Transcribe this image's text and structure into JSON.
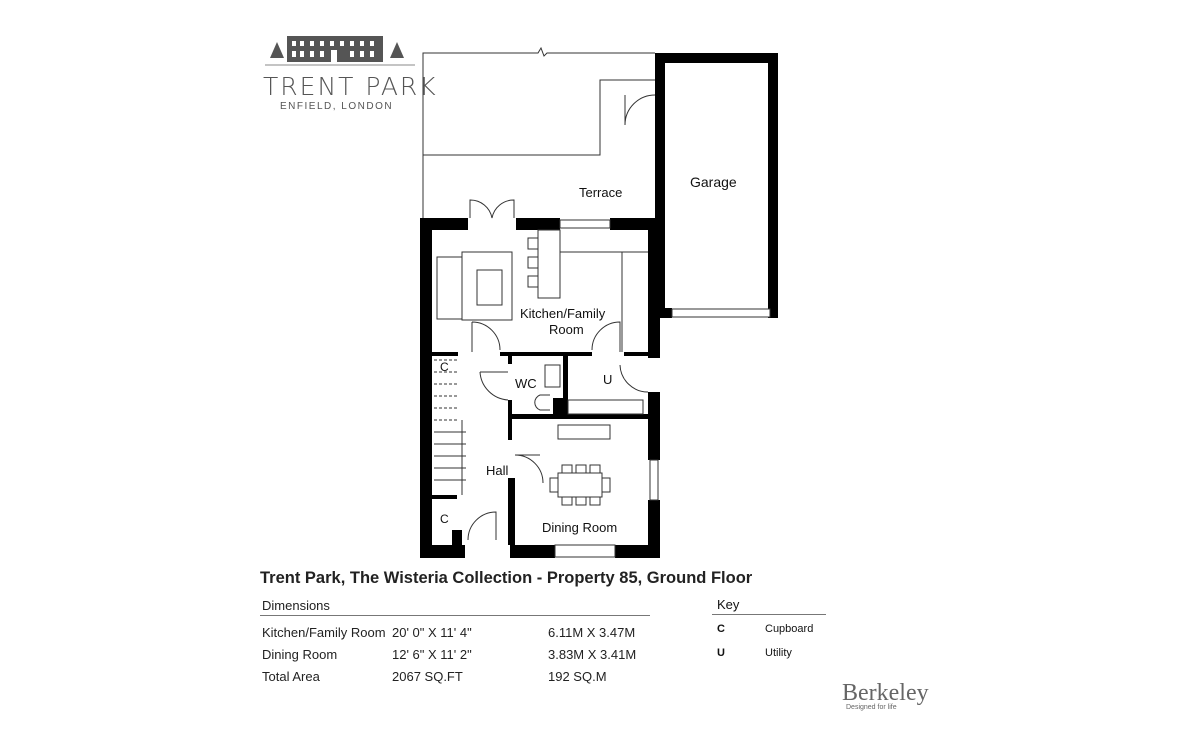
{
  "logo": {
    "name": "TRENT PARK",
    "location": "ENFIELD, LONDON"
  },
  "plan": {
    "rooms": {
      "terrace": "Terrace",
      "garage": "Garage",
      "kitchen_line1": "Kitchen/Family",
      "kitchen_line2": "Room",
      "wc": "WC",
      "utility": "U",
      "cupboard": "C",
      "hall": "Hall",
      "dining": "Dining Room"
    }
  },
  "title": "Trent Park, The Wisteria Collection - Property 85, Ground Floor",
  "dimensions": {
    "heading": "Dimensions",
    "rows": [
      {
        "room": "Kitchen/Family Room",
        "imperial": "20' 0\" X 11' 4\"",
        "metric": "6.11M X 3.47M"
      },
      {
        "room": "Dining Room",
        "imperial": "12' 6\" X 11' 2\"",
        "metric": "3.83M X 3.41M"
      },
      {
        "room": "Total Area",
        "imperial": "2067 SQ.FT",
        "metric": "192 SQ.M"
      }
    ]
  },
  "key": {
    "heading": "Key",
    "items": [
      {
        "code": "C",
        "label": "Cupboard"
      },
      {
        "code": "U",
        "label": "Utility"
      }
    ]
  },
  "brand": {
    "name": "Berkeley",
    "tagline": "Designed for life"
  }
}
